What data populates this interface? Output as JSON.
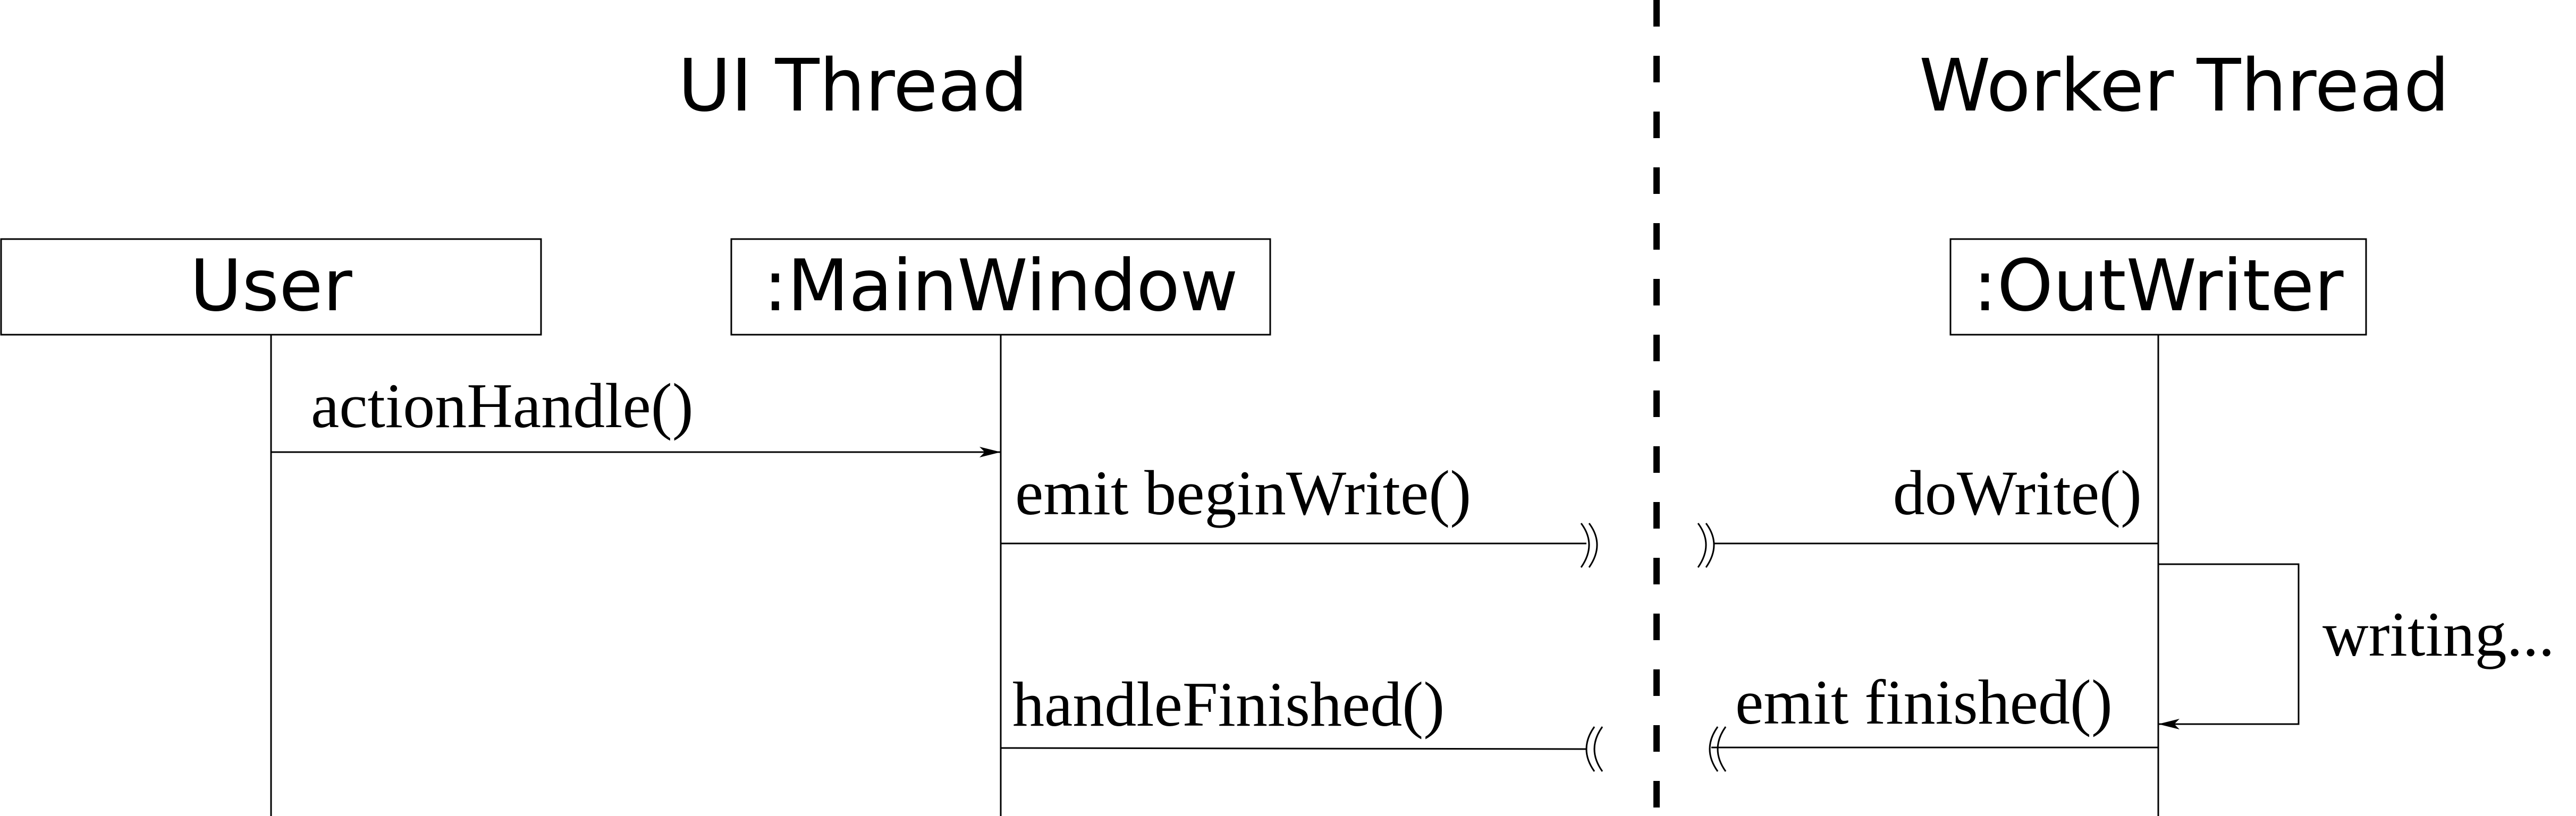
{
  "threads": {
    "ui": "UI Thread",
    "worker": "Worker Thread"
  },
  "participants": {
    "user": "User",
    "main_window": ":MainWindow",
    "out_writer": ":OutWriter"
  },
  "messages": {
    "action_handle": "actionHandle()",
    "emit_begin_write": "emit beginWrite()",
    "do_write": "doWrite()",
    "writing": "writing...",
    "handle_finished": "handleFinished()",
    "emit_finished": "emit finished()"
  }
}
